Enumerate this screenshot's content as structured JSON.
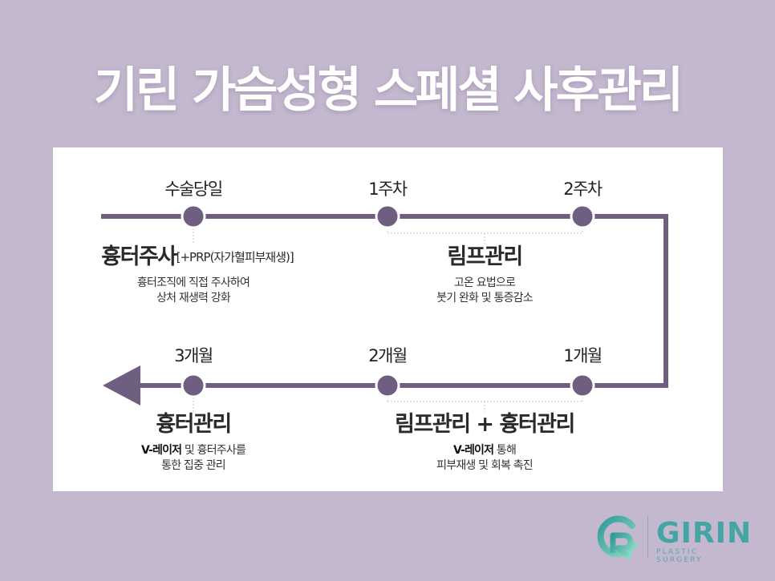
{
  "title": "기린 가슴성형 스페셜 사후관리",
  "colors": {
    "background": "#c4b8cf",
    "card": "#ffffff",
    "timeline": "#6e5f80",
    "bracket": "#c8c8c8",
    "logo_teal": "#44a5a5"
  },
  "timeline": {
    "stages": [
      {
        "id": "surgery-day",
        "label": "수술당일"
      },
      {
        "id": "week-1",
        "label": "1주차"
      },
      {
        "id": "week-2",
        "label": "2주차"
      },
      {
        "id": "month-1",
        "label": "1개월"
      },
      {
        "id": "month-2",
        "label": "2개월"
      },
      {
        "id": "month-3",
        "label": "3개월"
      }
    ],
    "treatments": [
      {
        "heading": "흉터주사",
        "heading_sub": "[+PRP(자가혈피부재생)]",
        "desc_line1": "흉터조직에 직접 주사하여",
        "desc_line2": "상처 재생력 강화"
      },
      {
        "heading": "림프관리",
        "desc_line1": "고온 요법으로",
        "desc_line2": "붓기 완화 및 통증감소"
      },
      {
        "heading": "림프관리 + 흉터관리",
        "desc_bold": "V-레이저",
        "desc_line1_rest": " 통해",
        "desc_line2": "피부재생 및 회복 촉진"
      },
      {
        "heading": "흉터관리",
        "desc_bold": "V-레이저",
        "desc_line1_rest": " 및 흉터주사를",
        "desc_line2": "통한 집중 관리"
      }
    ]
  },
  "logo": {
    "name": "GIRIN",
    "tagline": "PLASTIC SURGERY",
    "icon": "gr-monogram-icon"
  }
}
